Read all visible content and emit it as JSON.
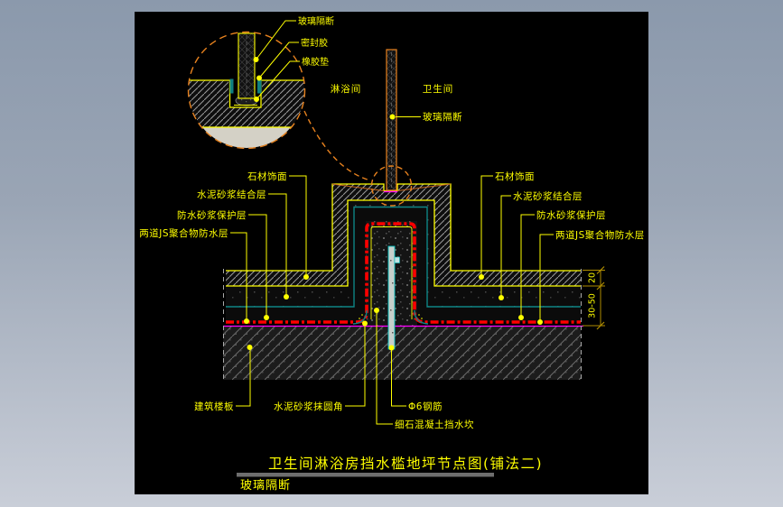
{
  "colors": {
    "line_yellow": "#FFFF00",
    "line_orange": "#E8821E",
    "line_red": "#FF0000",
    "line_cyan": "#0E8585",
    "line_magenta": "#FF00FF",
    "dim_olive": "#B08D00",
    "rebar_fill": "#C6CFCB",
    "cream_fill": "#D4D1C6",
    "title_underline": "#6E6E6E",
    "canvas_bg": "#000000",
    "surround_top": "#8B99AC",
    "surround_bottom": "#C9CED8"
  },
  "detail_circle": {
    "glass_label": "玻璃隔断",
    "sealant_label": "密封胶",
    "rubber_pad_label": "橡胶垫"
  },
  "rooms": {
    "left": "淋浴间",
    "right": "卫生间"
  },
  "glass_partition_label": "玻璃隔断",
  "layers_left": [
    "石材饰面",
    "水泥砂浆结合层",
    "防水砂浆保护层",
    "两道JS聚合物防水层"
  ],
  "layers_right": [
    "石材饰面",
    "水泥砂浆结合层",
    "防水砂浆保护层",
    "两道JS聚合物防水层"
  ],
  "bottom_callouts": [
    "建筑楼板",
    "水泥砂浆抹圆角",
    "Φ6钢筋",
    "细石混凝土挡水坎"
  ],
  "dimensions": {
    "stone_thickness": "20",
    "mortar_thickness": "30-50"
  },
  "title": "卫生间淋浴房挡水槛地坪节点图(铺法二)",
  "next_drawing_label": "玻璃隔断"
}
